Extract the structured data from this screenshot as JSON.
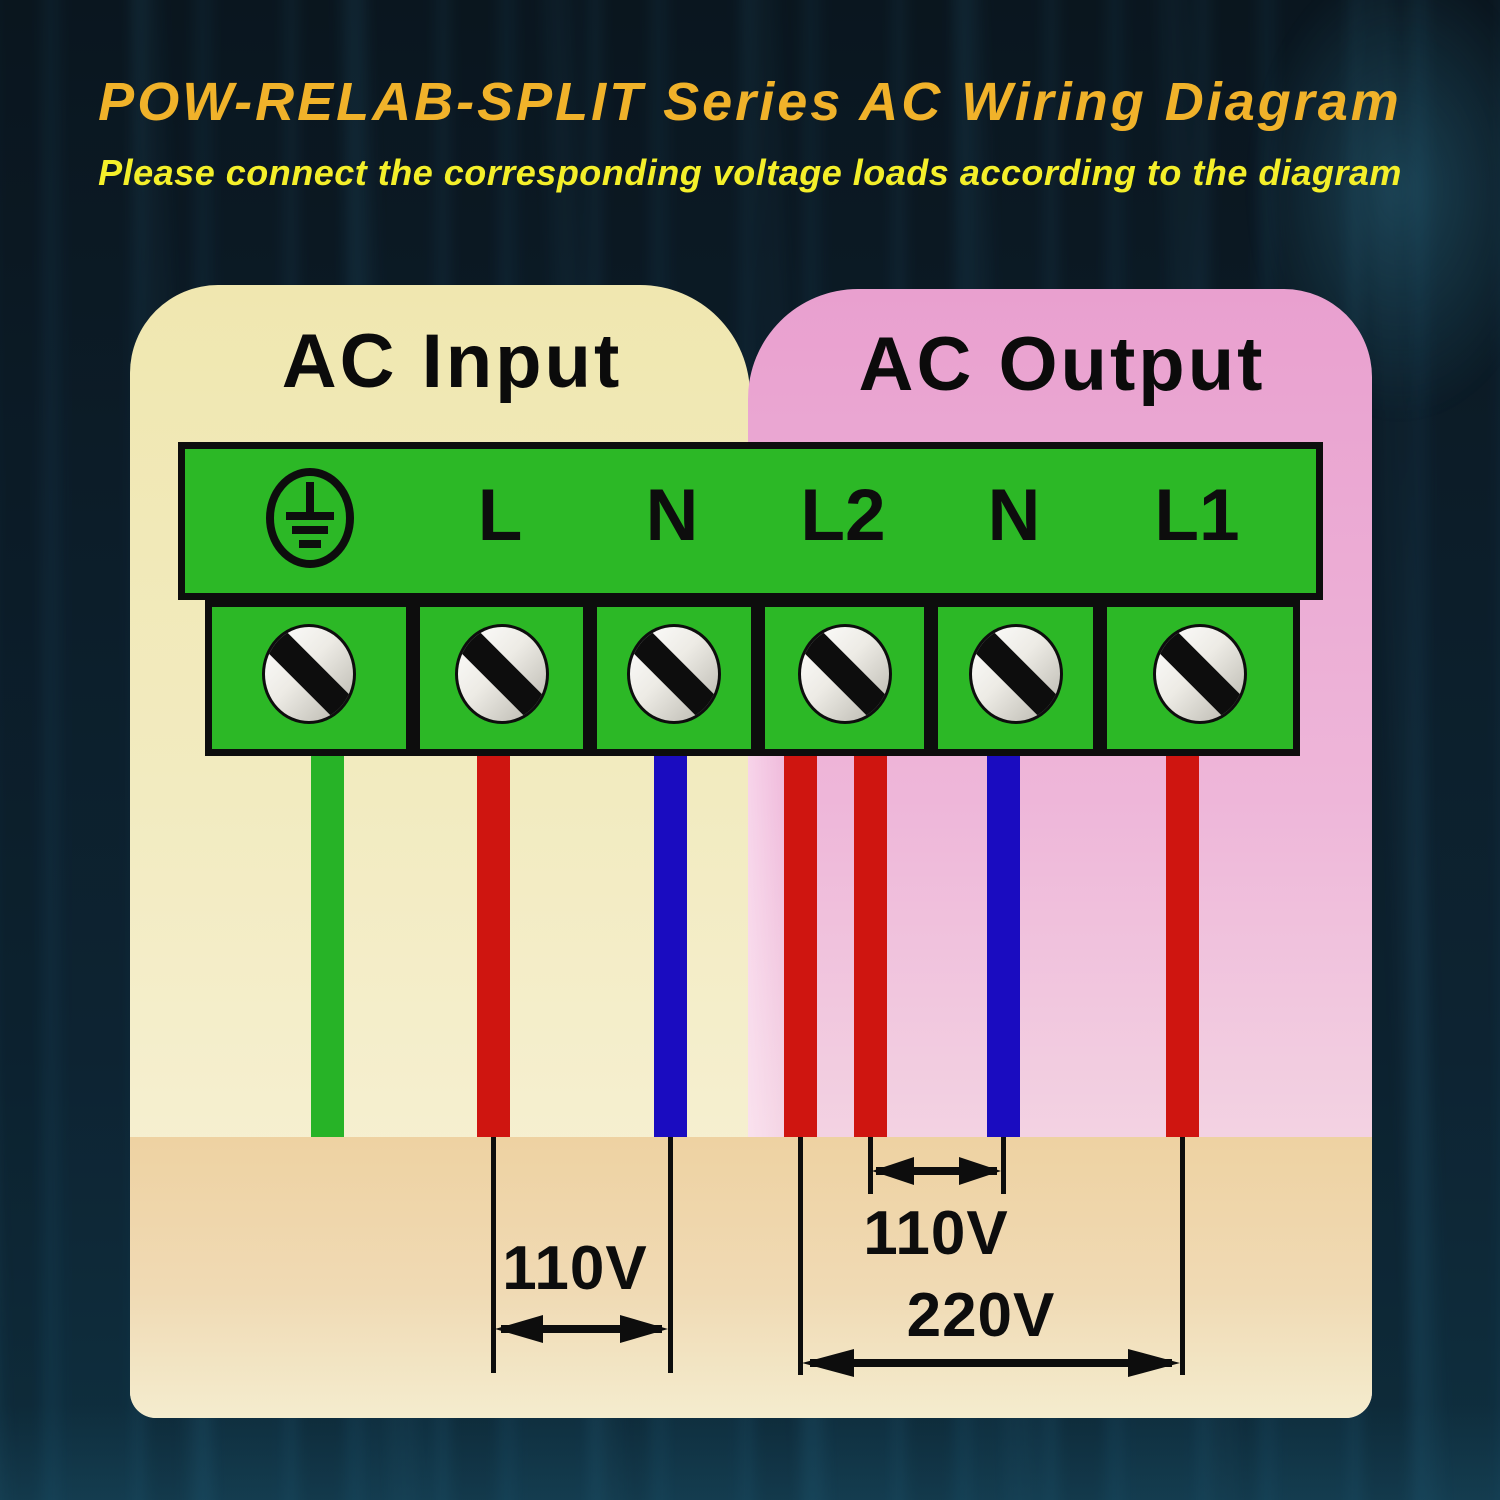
{
  "header": {
    "title": "POW-RELAB-SPLIT Series AC Wiring Diagram",
    "subtitle": "Please connect the corresponding voltage loads according to the diagram",
    "title_color": "#f0b22a",
    "subtitle_color": "#f4ef2a"
  },
  "sections": {
    "input": {
      "label": "AC Input",
      "panel_color": "#f0e7b0"
    },
    "output": {
      "label": "AC Output",
      "panel_color": "#e9a0cf"
    }
  },
  "terminal_block": {
    "block_color": "#2cb826",
    "terminals": [
      {
        "label": "",
        "icon": "protective-earth-ground"
      },
      {
        "label": "L"
      },
      {
        "label": "N"
      },
      {
        "label": "L2"
      },
      {
        "label": "N"
      },
      {
        "label": "L1"
      }
    ]
  },
  "wires": [
    {
      "terminal": "ground",
      "color": "#27b327"
    },
    {
      "terminal": "L",
      "color": "#cf1510"
    },
    {
      "terminal": "N",
      "color": "#1a0cc0"
    },
    {
      "terminal": "L2",
      "color": "#cf1510"
    },
    {
      "terminal": "L2",
      "color": "#cf1510"
    },
    {
      "terminal": "N",
      "color": "#1a0cc0"
    },
    {
      "terminal": "L1",
      "color": "#cf1510"
    }
  ],
  "measurements": {
    "input_line_neutral": "110V",
    "output_line_neutral": "110V",
    "output_line_line": "220V"
  },
  "colors": {
    "background": "#0c1f2b",
    "measure_area": "#eed2a2",
    "ink": "#0d0d0d"
  }
}
